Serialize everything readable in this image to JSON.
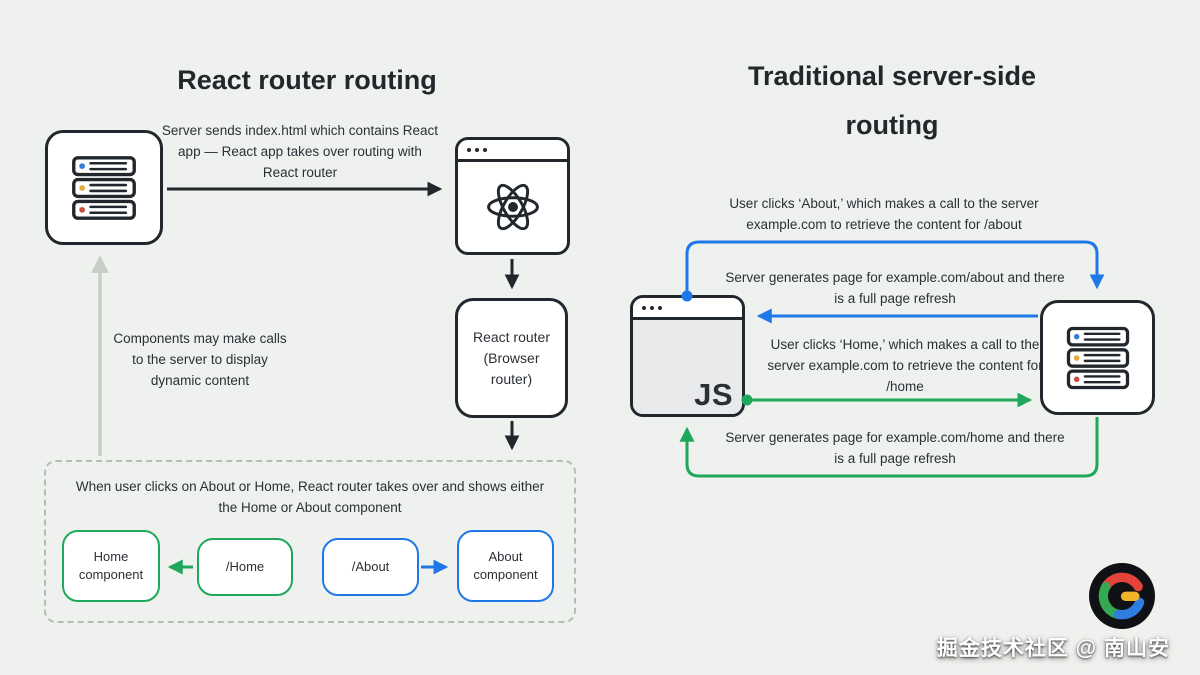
{
  "left": {
    "title": "React router routing",
    "flow_note": "Server sends index.html which contains React app — React app takes over routing with React router",
    "components_note": "Components may make calls to the server to display dynamic content",
    "react_router_label": "React router (Browser router)",
    "dashed_note": "When user clicks on About or Home, React router takes over and shows either the Home or About component",
    "home_component": "Home component",
    "home_route": "/Home",
    "about_route": "/About",
    "about_component": "About component"
  },
  "right": {
    "title": "Traditional server-side routing",
    "about_request": "User clicks ‘About,’ which makes a call to the server example.com to retrieve the content for /about",
    "about_response": "Server generates page for example.com/about and there is a full page refresh",
    "home_request": "User clicks ‘Home,’ which makes a call to the server example.com to retrieve the content for /home",
    "home_response": "Server generates page for example.com/home and there is a full page refresh",
    "js_label": "JS"
  },
  "watermark": "掘金技术社区 @ 南山安",
  "icons": {
    "left_server": "server-rack",
    "react_browser": "browser-window-react-atom",
    "right_server": "server-rack",
    "js_browser": "browser-window-js",
    "brand": "colorful-c-logo"
  },
  "colors": {
    "background": "#eff1ee",
    "dark": "#22272d",
    "blue": "#1e78e8",
    "green": "#1fa85a",
    "gray_arrow": "#c7cdc7",
    "dot_blue": "#3a7bd5",
    "dot_yellow": "#e2a93b",
    "dot_red": "#cc4b42"
  }
}
